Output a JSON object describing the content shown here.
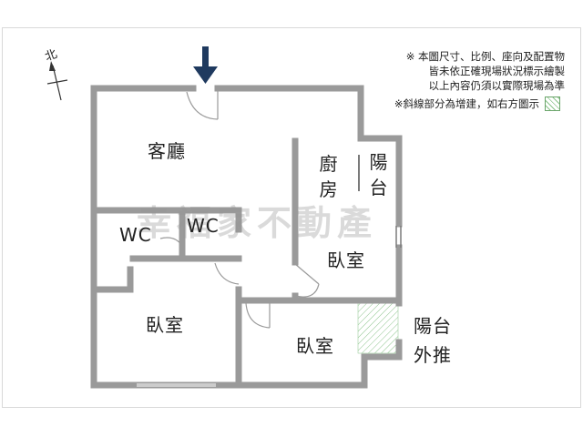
{
  "notes": {
    "line1": "※ 本圖尺寸、比例、座向及配置物",
    "line2": "皆未依正確現場狀況標示繪製",
    "line3": "以上內容仍須以實際現場為準",
    "line4": "※斜線部分為增建，如右方圖示"
  },
  "compass": {
    "north": "北"
  },
  "rooms": {
    "living": "客廳",
    "kitchen": "廚房",
    "balcony_top": "陽台",
    "wc_left": "WC",
    "wc_right": "WC",
    "bedroom_right": "臥室",
    "bedroom_bottom_left": "臥室",
    "bedroom_bottom_mid": "臥室",
    "balcony_out_1": "陽台",
    "balcony_out_2": "外推"
  },
  "watermark": "幸福家不動產",
  "colors": {
    "wall": "#9a9a9a",
    "arrow": "#1f3a5f",
    "hatch": "#8cc48c"
  },
  "icons": {
    "entrance": "entrance-arrow-icon",
    "compass": "compass-icon"
  }
}
